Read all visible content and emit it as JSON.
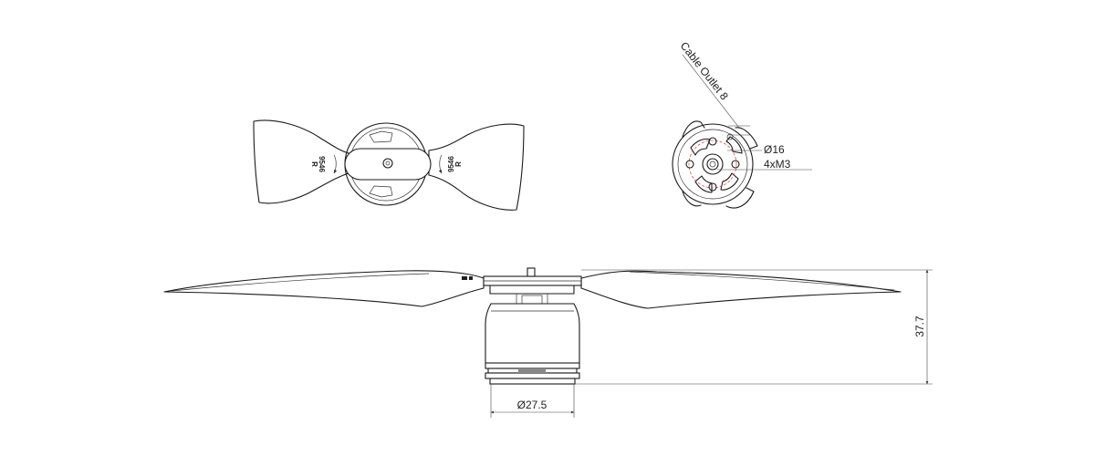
{
  "labels": {
    "cable_outlet": "Cable Outlet 8",
    "hub_diameter": "Ø16",
    "mount_screws": "4xM3",
    "height": "37.7",
    "motor_diameter": "Ø27.5",
    "prop_code": "9546",
    "prop_direction_left": "R",
    "prop_direction_right": "R"
  }
}
